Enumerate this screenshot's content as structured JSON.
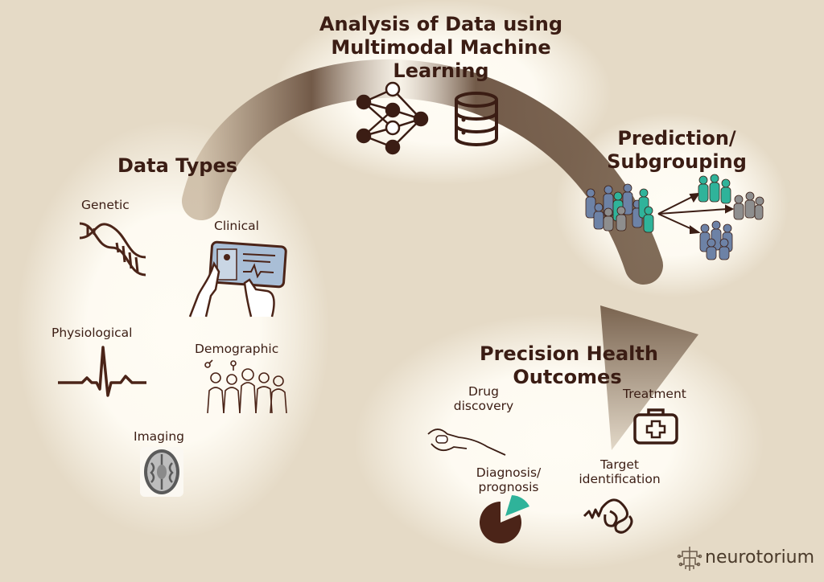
{
  "header": {
    "title_line1": "Analysis of Data using",
    "title_line2": "Multimodal Machine",
    "title_line3": "Learning"
  },
  "data_types": {
    "title": "Data Types",
    "items": {
      "genetic": "Genetic",
      "clinical": "Clinical",
      "physiological": "Physiological",
      "demographic": "Demographic",
      "imaging": "Imaging"
    }
  },
  "prediction": {
    "title_line1": "Prediction/",
    "title_line2": "Subgrouping"
  },
  "outcomes": {
    "title_line1": "Precision Health",
    "title_line2": "Outcomes",
    "items": {
      "drug_line1": "Drug",
      "drug_line2": "discovery",
      "treatment": "Treatment",
      "diagnosis_line1": "Diagnosis/",
      "diagnosis_line2": "prognosis",
      "target_line1": "Target",
      "target_line2": "identification"
    }
  },
  "brand": {
    "name": "neurotorium"
  },
  "colors": {
    "background": "#e5dac6",
    "text": "#3b1d14",
    "arrow": "#6b5240",
    "teal": "#2fb39a",
    "slate": "#6d82a6",
    "gray": "#8e8e8e"
  },
  "icons": [
    "dna-icon",
    "tablet-icon",
    "ecg-icon",
    "people-icon",
    "brain-scan-icon",
    "neural-network-icon",
    "database-icon",
    "crowd-icon",
    "pill-hand-icon",
    "medical-kit-icon",
    "pie-chart-icon",
    "protein-icon",
    "brain-logo-icon"
  ]
}
